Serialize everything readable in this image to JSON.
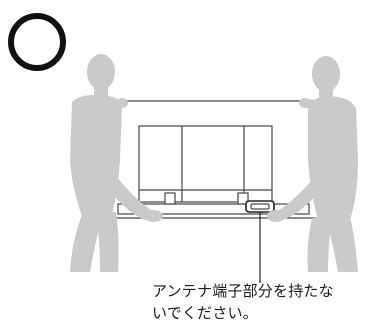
{
  "indicator": {
    "symbol": "○",
    "meaning": "correct-method-mark"
  },
  "caption": {
    "line1": "アンテナ端子部分を持たな",
    "line2": "いでください。"
  },
  "colors": {
    "person_fill": "#c9c9c9",
    "tv_stroke": "#444444",
    "text": "#1a1a1a",
    "background": "#ffffff"
  }
}
